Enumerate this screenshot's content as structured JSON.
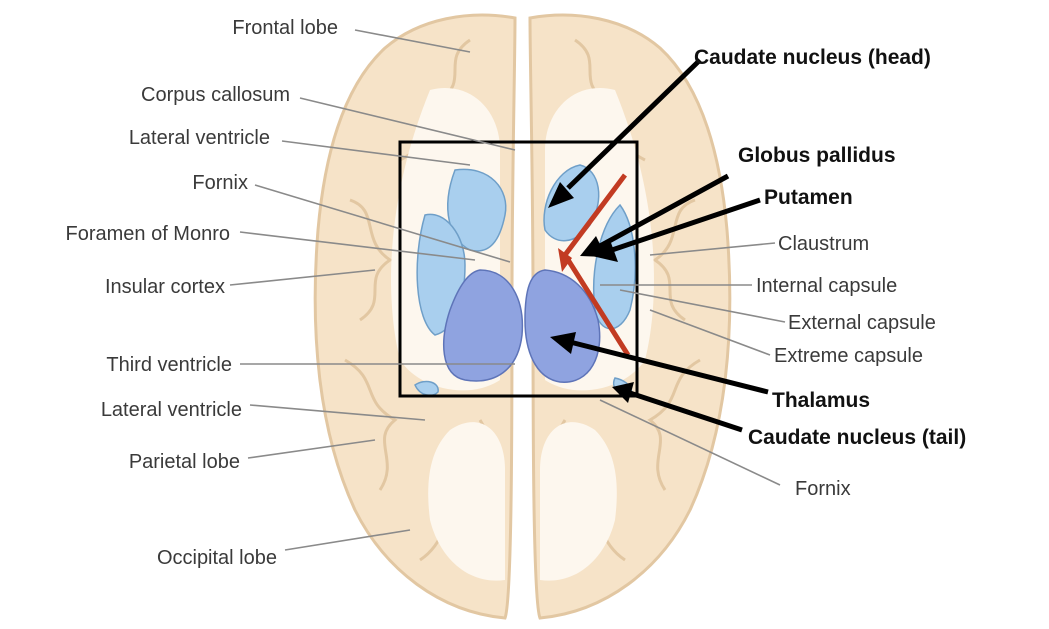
{
  "colors": {
    "brain_fill": "#f6e3c8",
    "brain_outline": "#e2c7a2",
    "white_matter": "#fdf7ee",
    "ventricle": "#a9cfee",
    "thalamus": "#8fa3e0",
    "internal_capsule": "#c23b22",
    "frame": "#000000"
  },
  "labels_left": [
    {
      "id": "frontal-lobe",
      "text": "Frontal lobe"
    },
    {
      "id": "corpus-callosum",
      "text": "Corpus callosum"
    },
    {
      "id": "lateral-ventricle-anterior",
      "text": "Lateral ventricle"
    },
    {
      "id": "fornix-left",
      "text": "Fornix"
    },
    {
      "id": "foramen-of-monro",
      "text": "Foramen of Monro"
    },
    {
      "id": "insular-cortex",
      "text": "Insular cortex"
    },
    {
      "id": "third-ventricle",
      "text": "Third ventricle"
    },
    {
      "id": "lateral-ventricle-posterior",
      "text": "Lateral ventricle"
    },
    {
      "id": "parietal-lobe",
      "text": "Parietal lobe"
    },
    {
      "id": "occipital-lobe",
      "text": "Occipital lobe"
    }
  ],
  "labels_right": [
    {
      "id": "caudate-head",
      "text": "Caudate nucleus (head)",
      "bold": true
    },
    {
      "id": "globus-pallidus",
      "text": "Globus pallidus",
      "bold": true
    },
    {
      "id": "putamen",
      "text": "Putamen",
      "bold": true
    },
    {
      "id": "claustrum",
      "text": "Claustrum",
      "bold": false
    },
    {
      "id": "internal-capsule",
      "text": "Internal capsule",
      "bold": false
    },
    {
      "id": "external-capsule",
      "text": "External capsule",
      "bold": false
    },
    {
      "id": "extreme-capsule",
      "text": "Extreme capsule",
      "bold": false
    },
    {
      "id": "thalamus",
      "text": "Thalamus",
      "bold": true
    },
    {
      "id": "caudate-tail",
      "text": "Caudate nucleus (tail)",
      "bold": true
    },
    {
      "id": "fornix-right",
      "text": "Fornix",
      "bold": false
    }
  ]
}
